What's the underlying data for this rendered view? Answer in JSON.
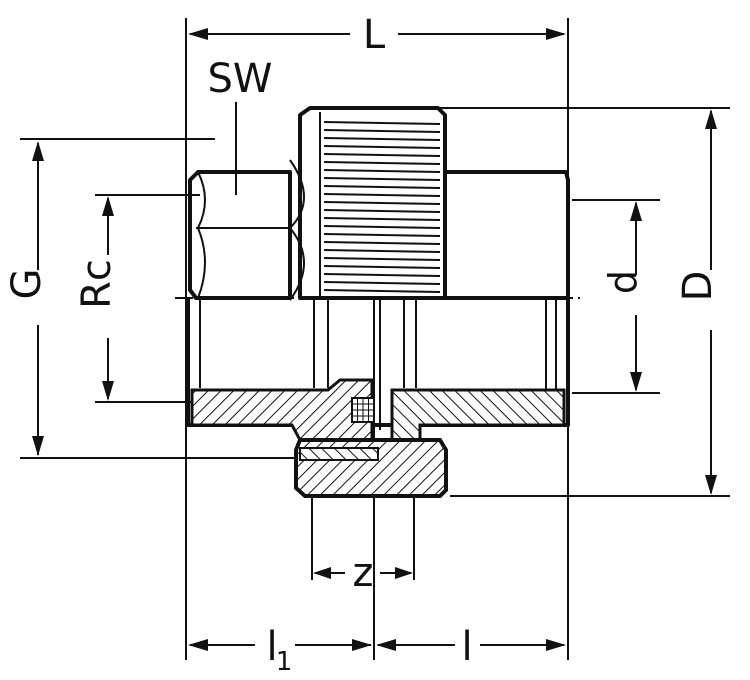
{
  "labels": {
    "L": "L",
    "SW": "SW",
    "G": "G",
    "Rc": "Rc",
    "d": "d",
    "D": "D",
    "z": "z",
    "l1_main": "l",
    "l1_sub": "1",
    "l": "l"
  }
}
